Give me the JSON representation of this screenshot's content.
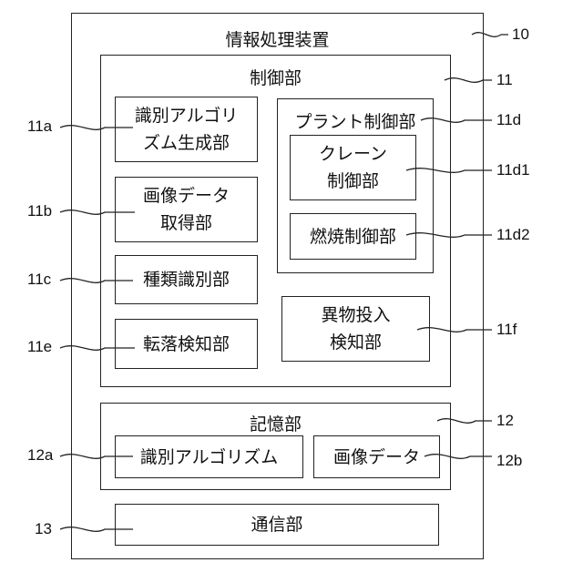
{
  "device": {
    "label": "情報処理装置",
    "ref": "10"
  },
  "control_unit": {
    "label": "制御部",
    "ref": "11",
    "algorithm_generator": {
      "line1": "識別アルゴリ",
      "line2": "ズム生成部",
      "ref": "11a"
    },
    "image_acquirer": {
      "line1": "画像データ",
      "line2": "取得部",
      "ref": "11b"
    },
    "type_identifier": {
      "label": "種類識別部",
      "ref": "11c"
    },
    "fall_detector": {
      "label": "転落検知部",
      "ref": "11e"
    },
    "plant_controller": {
      "label": "プラント制御部",
      "ref": "11d",
      "crane": {
        "line1": "クレーン",
        "line2": "制御部",
        "ref": "11d1"
      },
      "combustion": {
        "label": "燃焼制御部",
        "ref": "11d2"
      }
    },
    "foreign_object": {
      "line1": "異物投入",
      "line2": "検知部",
      "ref": "11f"
    }
  },
  "storage_unit": {
    "label": "記憶部",
    "ref": "12",
    "algorithm": {
      "label": "識別アルゴリズム",
      "ref": "12a"
    },
    "image_data": {
      "label": "画像データ",
      "ref": "12b"
    }
  },
  "comm_unit": {
    "label": "通信部",
    "ref": "13"
  }
}
